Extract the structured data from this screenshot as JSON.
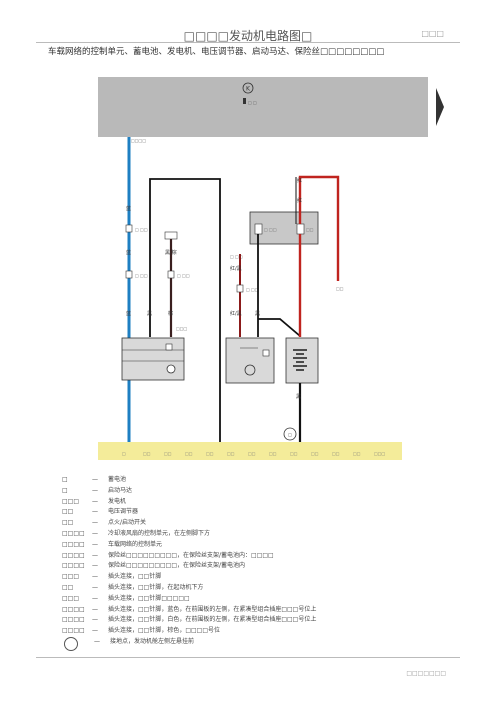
{
  "header": {
    "title": "□□□□发动机电路图□",
    "tag": "□□□",
    "subtitle": "车载网络的控制单元、蓄电池、发电机、电压调节器、启动马达、保险丝□□□□□□□□"
  },
  "diagram": {
    "top_symbol": "K",
    "top_label": "□ □",
    "wire_labels": {
      "w1": "蓝",
      "w1b": "蓝",
      "w1c": "蓝",
      "w2": "黑",
      "w3": "黑/棕",
      "w4": "棕",
      "w5": "红/黑",
      "w6": "红/黑",
      "w7": "黑",
      "w8": "红",
      "w9": "红",
      "w10": "黑"
    },
    "small_labels": {
      "s1": "□□□□",
      "s2": "□ □□",
      "s3": "□ □□",
      "s4": "□ □□",
      "s5": "□□□",
      "s6": "□ □□",
      "s7": "□ □□",
      "s8": "□ □□",
      "s9": "□□",
      "s10": "□□"
    },
    "ground_symbol": "□",
    "ground_numbers": [
      "□",
      "□□",
      "□□",
      "□□",
      "□□",
      "□□",
      "□□",
      "□□",
      "□□",
      "□□",
      "□□",
      "□□",
      "□□□"
    ]
  },
  "legend": [
    {
      "code": "□",
      "text": "蓄电池"
    },
    {
      "code": "□",
      "text": "启动马达"
    },
    {
      "code": "□□□",
      "text": "发电机"
    },
    {
      "code": "□□",
      "text": "电压调节器"
    },
    {
      "code": "□□",
      "text": "点火/启动开关"
    },
    {
      "code": "□□□□",
      "text": "冷却液风扇的控制单元，在左侧脚下方"
    },
    {
      "code": "□□□□",
      "text": "车载网络的控制单元"
    },
    {
      "code": "□□□□",
      "text": "保险丝□□□□□□□□□，在保险丝支架/蓄电池内：□□□□"
    },
    {
      "code": "□□□□",
      "text": "保险丝□□□□□□□□□，在保险丝支架/蓄电池内"
    },
    {
      "code": "□□□",
      "text": "插头连接，□□针脚"
    },
    {
      "code": "□□",
      "text": "插头连接，□□针脚，在起动机下方"
    },
    {
      "code": "□□□",
      "text": "插头连接，□□针脚□□□□□"
    },
    {
      "code": "□□□□",
      "text": "插头连接，□□针脚，蓝色，在前围板的左侧，在紧凑型组合插座□□□号位上"
    },
    {
      "code": "□□□□",
      "text": "插头连接，□□针脚，白色，在前围板的左侧，在紧凑型组合插座□□□号位上"
    },
    {
      "code": "□□□□",
      "text": "插头连接，□□针脚，棕色，□□□□号位"
    },
    {
      "code": "",
      "text": "接地点，发动机舱左侧左悬挂前"
    }
  ],
  "footer": {
    "page": "□□□□□□□"
  }
}
